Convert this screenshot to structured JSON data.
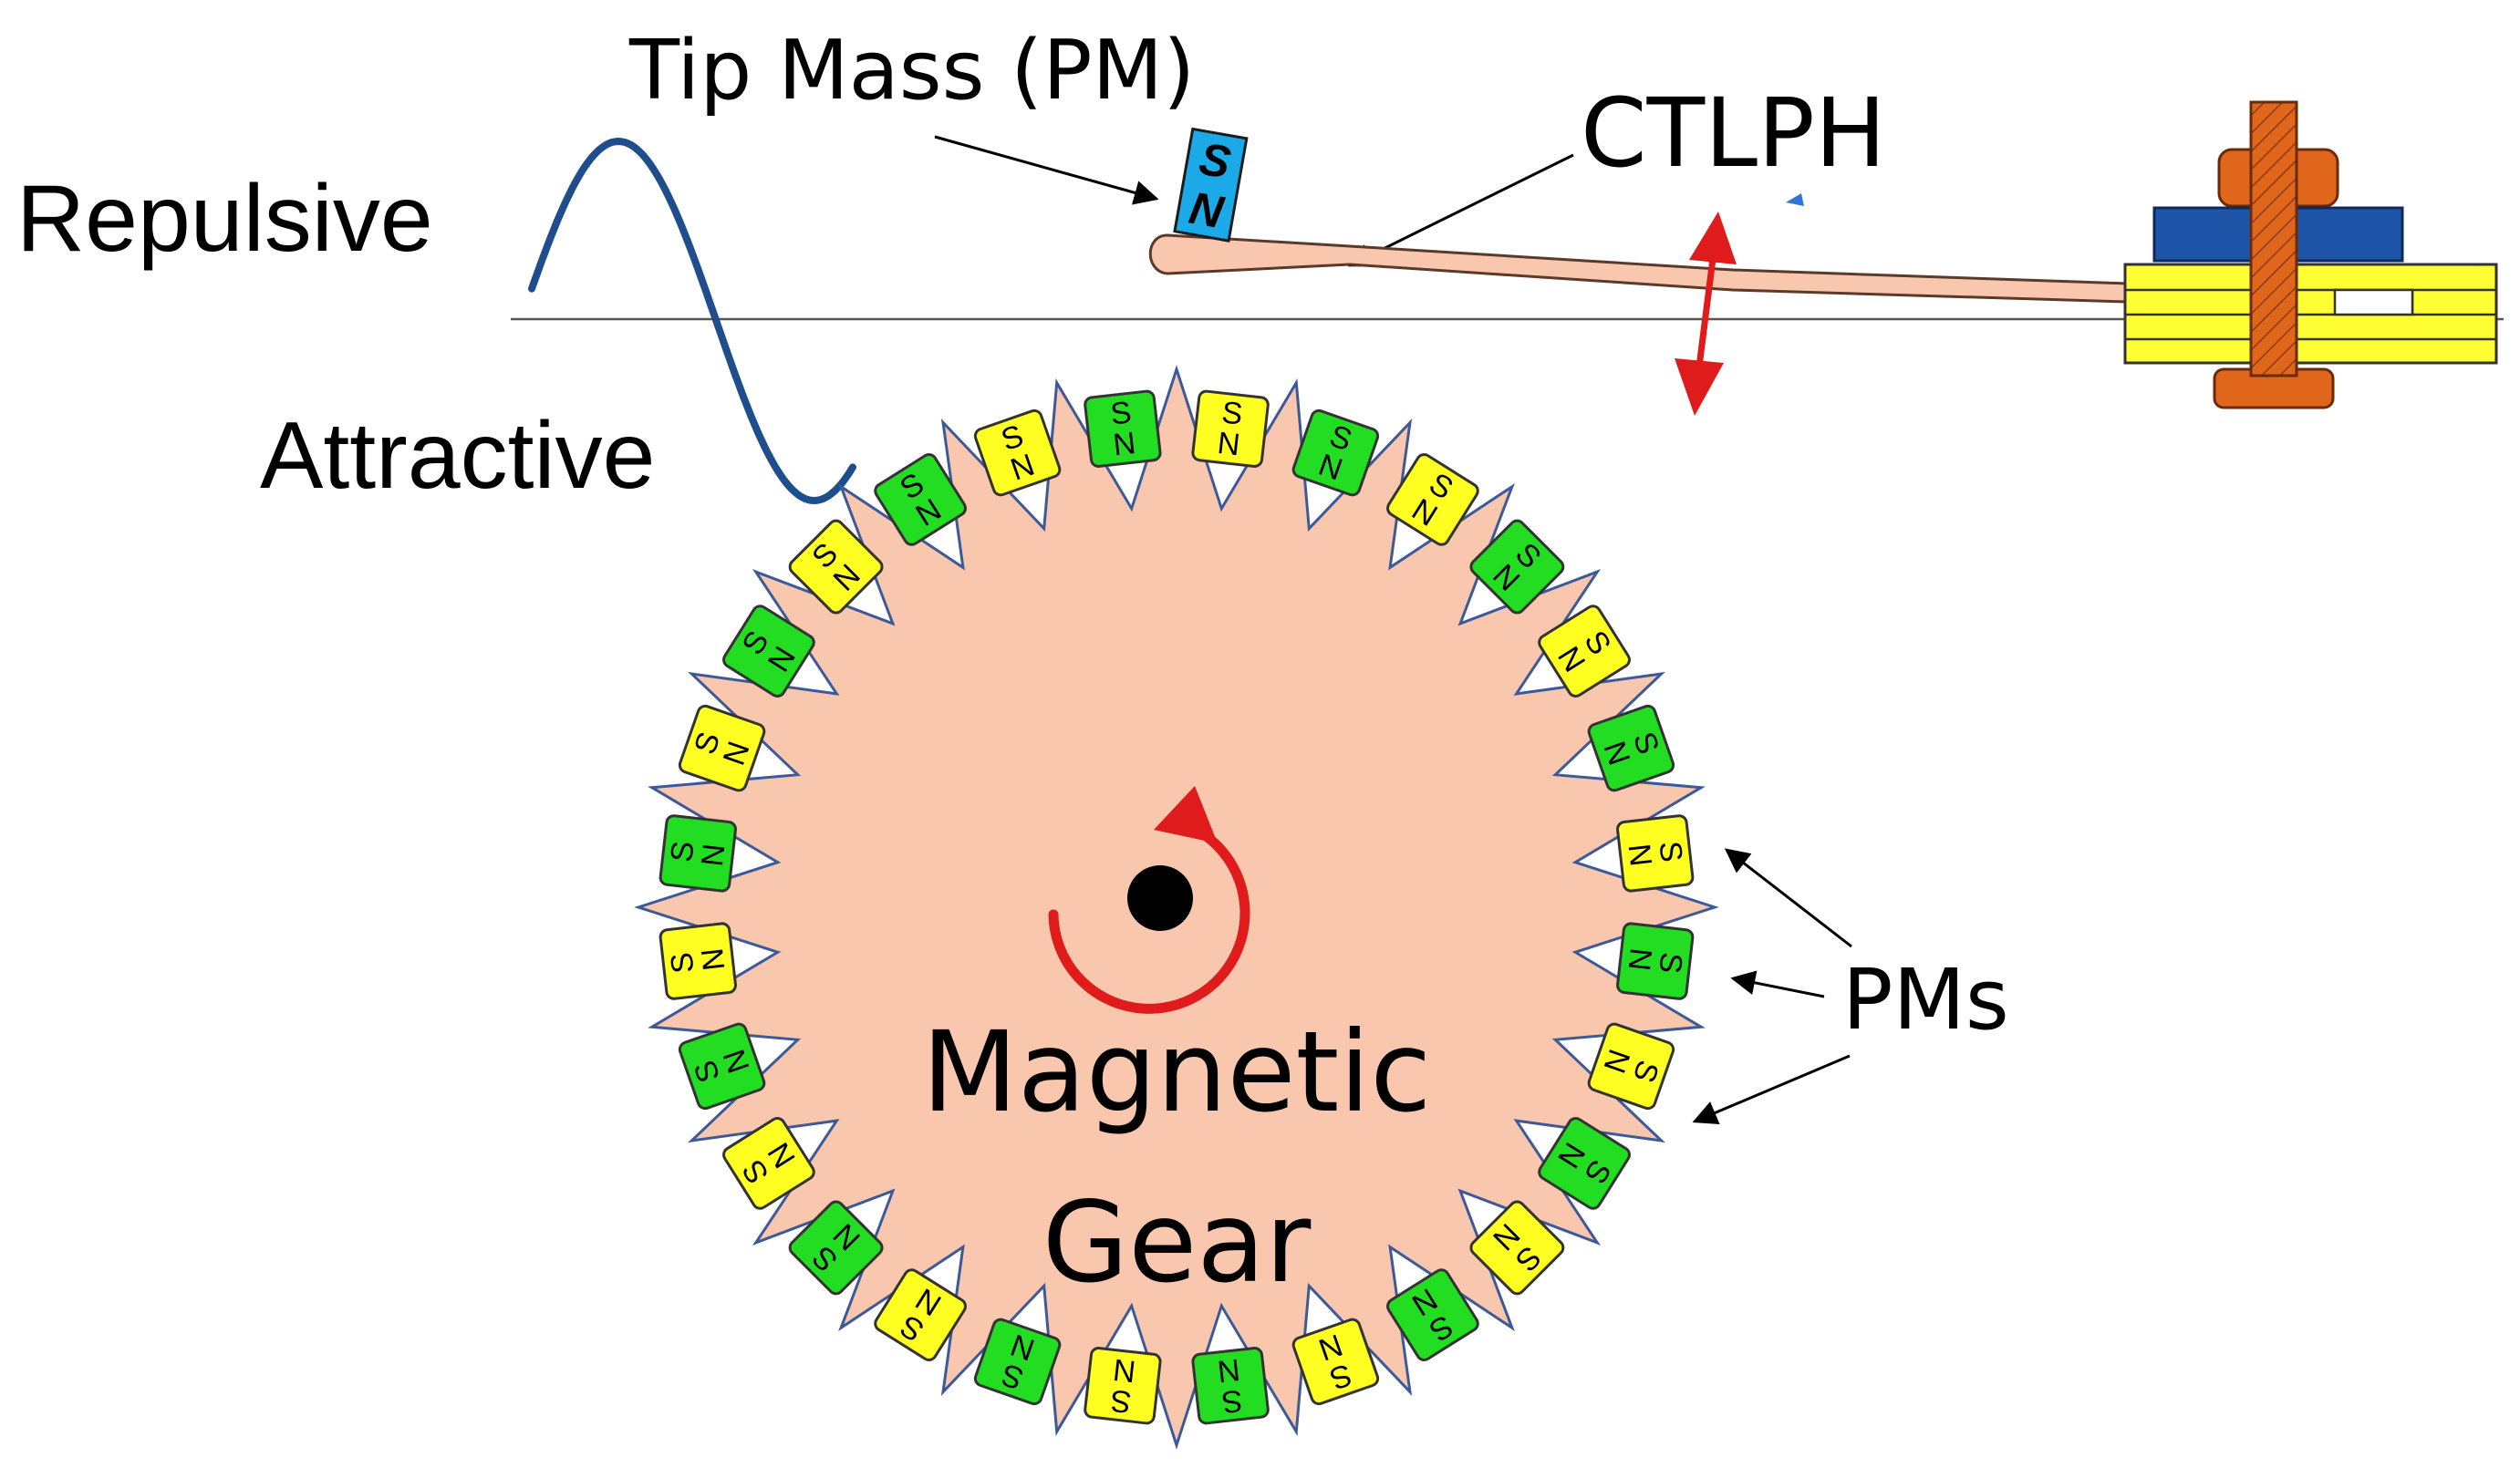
{
  "labels": {
    "repulsive": "Repulsive",
    "attractive": "Attractive",
    "tip_mass": "Tip Mass (PM)",
    "ctlph": "CTLPH",
    "pms": "PMs",
    "gear_line1": "Magnetic",
    "gear_line2": "Gear"
  },
  "tip_magnet": {
    "top_pole": "S",
    "bottom_pole": "N",
    "color": "#1ba9e8"
  },
  "gear": {
    "tooth_count": 28,
    "body_color": "#f9c7ad",
    "outline_color": "#3c5a99",
    "magnet_colors": {
      "green": "#22dd22",
      "yellow": "#ffff22"
    },
    "magnets": [
      {
        "outer": "S",
        "inner": "N",
        "color": "yellow"
      },
      {
        "outer": "S",
        "inner": "N",
        "color": "green"
      },
      {
        "outer": "S",
        "inner": "N",
        "color": "yellow"
      },
      {
        "outer": "S",
        "inner": "N",
        "color": "green"
      },
      {
        "outer": "S",
        "inner": "N",
        "color": "yellow"
      },
      {
        "outer": "S",
        "inner": "N",
        "color": "green"
      },
      {
        "outer": "S",
        "inner": "N",
        "color": "yellow"
      },
      {
        "outer": "S",
        "inner": "N",
        "color": "green"
      },
      {
        "outer": "S",
        "inner": "N",
        "color": "yellow"
      },
      {
        "outer": "S",
        "inner": "N",
        "color": "green"
      },
      {
        "outer": "S",
        "inner": "N",
        "color": "yellow"
      },
      {
        "outer": "S",
        "inner": "N",
        "color": "green"
      },
      {
        "outer": "S",
        "inner": "N",
        "color": "yellow"
      },
      {
        "outer": "S",
        "inner": "N",
        "color": "green"
      },
      {
        "outer": "S",
        "inner": "N",
        "color": "yellow"
      },
      {
        "outer": "S",
        "inner": "N",
        "color": "green"
      },
      {
        "outer": "S",
        "inner": "N",
        "color": "yellow"
      },
      {
        "outer": "S",
        "inner": "N",
        "color": "green"
      },
      {
        "outer": "S",
        "inner": "N",
        "color": "yellow"
      },
      {
        "outer": "S",
        "inner": "N",
        "color": "green"
      },
      {
        "outer": "S",
        "inner": "N",
        "color": "yellow"
      },
      {
        "outer": "S",
        "inner": "N",
        "color": "green"
      },
      {
        "outer": "S",
        "inner": "N",
        "color": "yellow"
      },
      {
        "outer": "S",
        "inner": "N",
        "color": "green"
      },
      {
        "outer": "S",
        "inner": "N",
        "color": "yellow"
      },
      {
        "outer": "S",
        "inner": "N",
        "color": "green"
      },
      {
        "outer": "S",
        "inner": "N",
        "color": "yellow"
      },
      {
        "outer": "S",
        "inner": "N",
        "color": "green"
      }
    ]
  },
  "colors": {
    "wave": "#1f4e8c",
    "beam": "#f9c7ad",
    "arrow_red": "#e01b1b",
    "clamp_yellow": "#ffff33",
    "clamp_blue": "#1f55a8",
    "bolt_orange": "#e0661c",
    "axis": "#555555"
  }
}
